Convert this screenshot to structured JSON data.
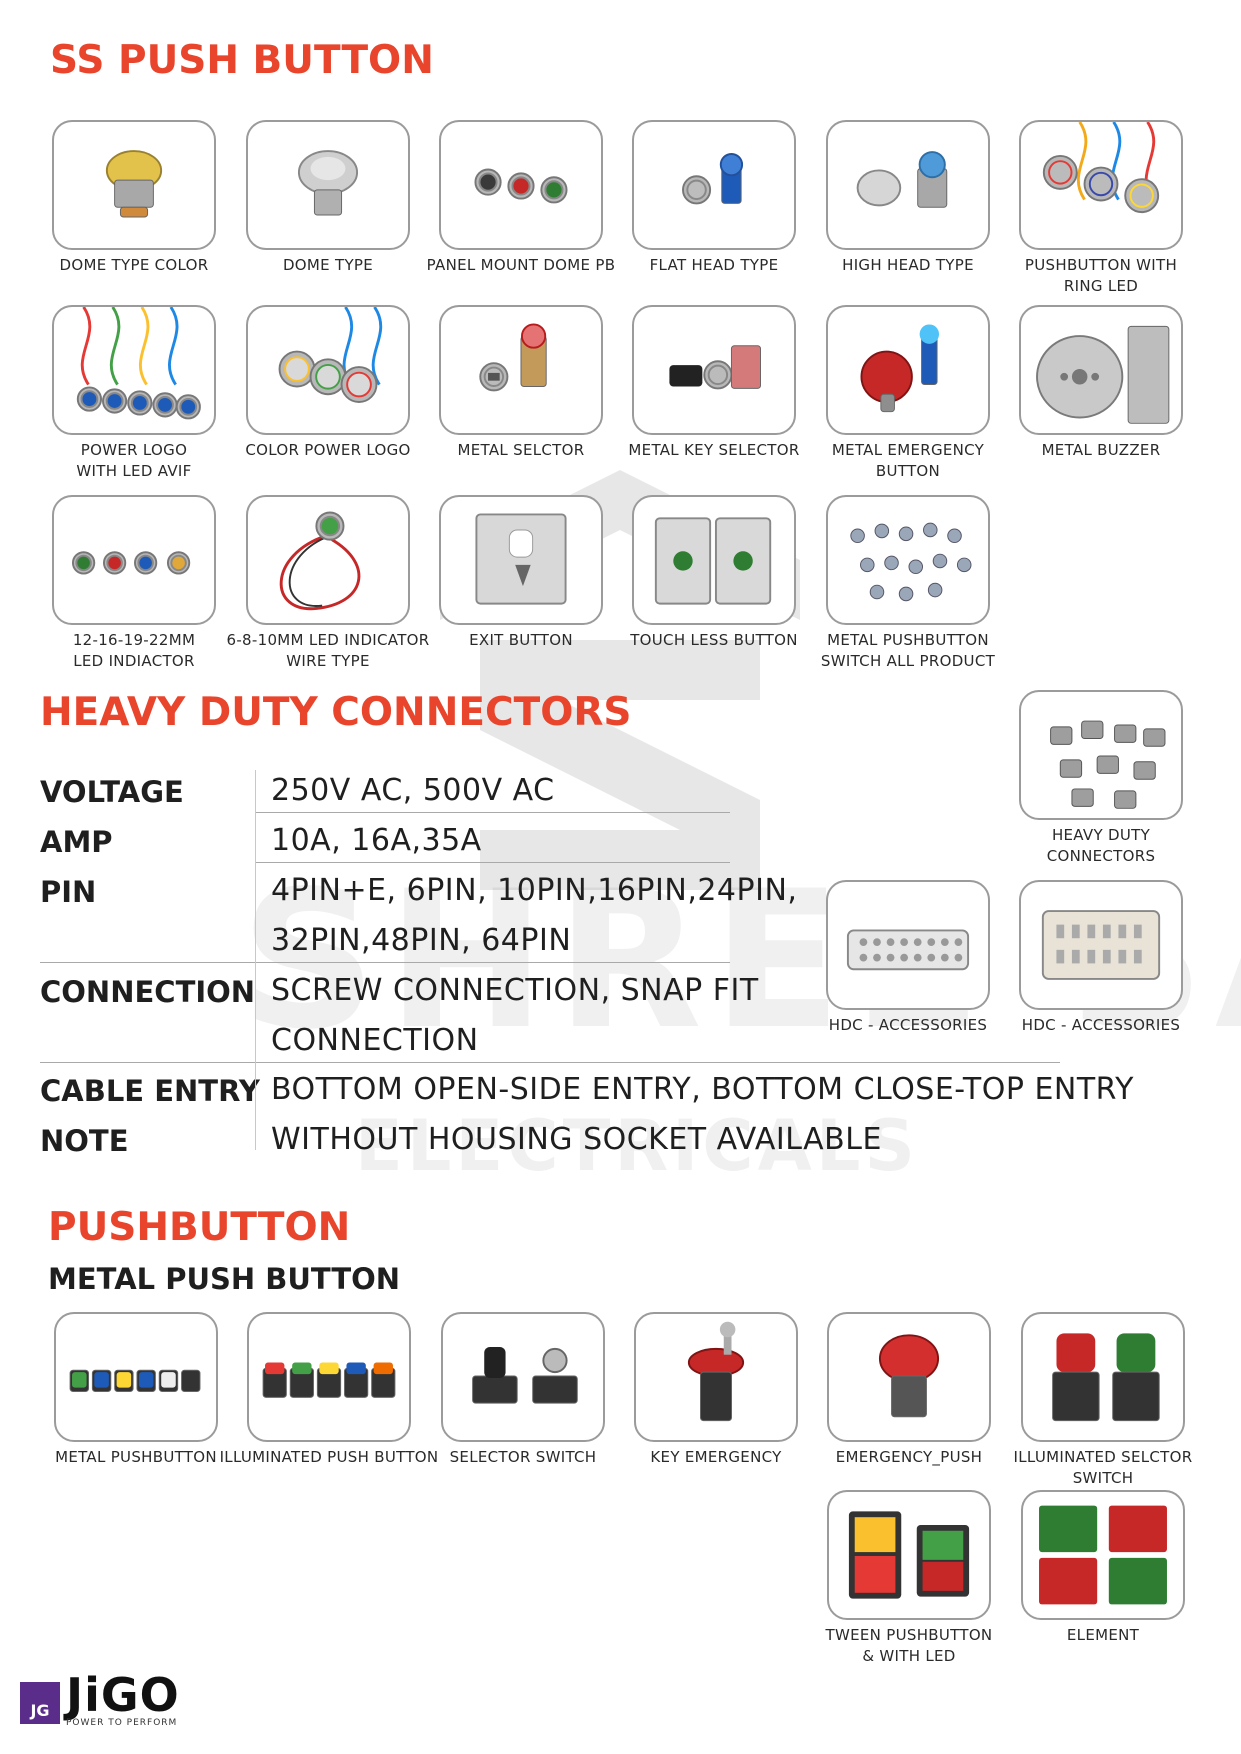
{
  "sections": {
    "ss_push_button": "SS PUSH BUTTON",
    "heavy_duty": "HEAVY DUTY CONNECTORS",
    "pushbutton": "PUSHBUTTON",
    "metal_push_button": "METAL PUSH BUTTON"
  },
  "watermark": {
    "name": "SHREE SAIVA",
    "word": "ELECTRICALS"
  },
  "ss_products": [
    {
      "lines": [
        "DOME TYPE COLOR"
      ],
      "icon": "dome-type-color-icon"
    },
    {
      "lines": [
        "DOME TYPE"
      ],
      "icon": "dome-type-icon"
    },
    {
      "lines": [
        "PANEL MOUNT DOME PB"
      ],
      "icon": "panel-mount-dome-icon"
    },
    {
      "lines": [
        "FLAT HEAD TYPE"
      ],
      "icon": "flat-head-icon"
    },
    {
      "lines": [
        "HIGH HEAD TYPE"
      ],
      "icon": "high-head-icon"
    },
    {
      "lines": [
        "PUSHBUTTON WITH",
        "RING LED"
      ],
      "icon": "ring-led-icon"
    },
    {
      "lines": [
        "POWER LOGO",
        "WITH LED AVIF"
      ],
      "icon": "power-logo-icon"
    },
    {
      "lines": [
        "COLOR POWER LOGO"
      ],
      "icon": "color-power-logo-icon"
    },
    {
      "lines": [
        "METAL SELCTOR"
      ],
      "icon": "metal-selector-icon"
    },
    {
      "lines": [
        "METAL KEY SELECTOR"
      ],
      "icon": "key-selector-icon"
    },
    {
      "lines": [
        "METAL EMERGENCY",
        "BUTTON"
      ],
      "icon": "emergency-button-icon"
    },
    {
      "lines": [
        "METAL BUZZER"
      ],
      "icon": "buzzer-icon"
    },
    {
      "lines": [
        "12-16-19-22MM",
        "LED INDIACTOR"
      ],
      "icon": "led-indicator-icon"
    },
    {
      "lines": [
        "6-8-10MM LED INDICATOR",
        "WIRE TYPE"
      ],
      "icon": "wire-led-icon"
    },
    {
      "lines": [
        "EXIT BUTTON"
      ],
      "icon": "exit-button-icon"
    },
    {
      "lines": [
        "TOUCH LESS BUTTON"
      ],
      "icon": "touchless-button-icon"
    },
    {
      "lines": [
        "METAL PUSHBUTTON",
        "SWITCH ALL PRODUCT"
      ],
      "icon": "all-products-icon"
    }
  ],
  "connector_products": [
    {
      "lines": [
        "HEAVY DUTY",
        "CONNECTORS"
      ],
      "icon": "heavy-duty-connectors-icon"
    },
    {
      "lines": [
        "HDC - ACCESSORIES"
      ],
      "icon": "hdc-insert-icon"
    },
    {
      "lines": [
        "HDC - ACCESSORIES"
      ],
      "icon": "hdc-insert-large-icon"
    }
  ],
  "specs": [
    {
      "label": "VOLTAGE",
      "values": [
        "250V AC, 500V AC"
      ]
    },
    {
      "label": "AMP",
      "values": [
        "10A, 16A,35A"
      ]
    },
    {
      "label": "PIN",
      "values": [
        "4PIN+E, 6PIN, 10PIN,16PIN,24PIN,",
        "32PIN,48PIN, 64PIN"
      ]
    },
    {
      "label": "CONNECTION",
      "values": [
        "SCREW CONNECTION, SNAP FIT",
        "CONNECTION"
      ]
    },
    {
      "label": "CABLE ENTRY",
      "values": [
        "BOTTOM OPEN-SIDE ENTRY, BOTTOM CLOSE-TOP ENTRY"
      ]
    },
    {
      "label": "NOTE",
      "values": [
        "WITHOUT HOUSING  SOCKET AVAILABLE"
      ]
    }
  ],
  "metal_products": [
    {
      "lines": [
        "METAL PUSHBUTTON"
      ],
      "icon": "metal-pushbutton-icon"
    },
    {
      "lines": [
        "ILLUMINATED PUSH BUTTON"
      ],
      "icon": "illuminated-push-icon"
    },
    {
      "lines": [
        "SELECTOR SWITCH"
      ],
      "icon": "selector-switch-icon"
    },
    {
      "lines": [
        "KEY EMERGENCY"
      ],
      "icon": "key-emergency-icon"
    },
    {
      "lines": [
        "EMERGENCY_PUSH"
      ],
      "icon": "emergency-push-icon"
    },
    {
      "lines": [
        "ILLUMINATED SELCTOR",
        "SWITCH"
      ],
      "icon": "illuminated-selector-icon"
    },
    {
      "lines": [
        "TWEEN PUSHBUTTON",
        "& WITH LED"
      ],
      "icon": "twin-pushbutton-icon"
    },
    {
      "lines": [
        "ELEMENT"
      ],
      "icon": "contact-element-icon"
    }
  ],
  "brand": {
    "box": "JG",
    "name": "JiGO",
    "tagline": "POWER TO PERFORM"
  },
  "colors": {
    "accent": "#e8452c",
    "border": "#9b9b9b",
    "brand": "#5b2d8a"
  }
}
